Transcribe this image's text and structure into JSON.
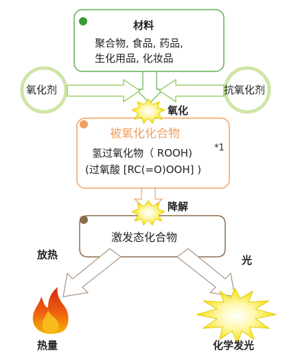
{
  "materials": {
    "title": "材料",
    "line1": "聚合物, 食品, 药品,",
    "line2": "生化用品, 化妆品"
  },
  "oxidant": {
    "label": "氧化剂"
  },
  "antioxidant": {
    "label": "抗氧化剂"
  },
  "oxidation": {
    "label": "氧化"
  },
  "oxidized": {
    "title": "被氧化化合物",
    "line1": "氢过氧化物（ ROOH)",
    "line2": "(过氧酸 [RC(=O)OOH] )",
    "note": "*1"
  },
  "decomposition": {
    "label": "降解"
  },
  "excited": {
    "label": "激发态化合物"
  },
  "heat_release": {
    "label": "放热"
  },
  "light": {
    "label": "光"
  },
  "heat": {
    "label": "热量"
  },
  "chemiluminescence": {
    "label": "化学发光"
  },
  "colors": {
    "green": "#5fae4f",
    "orange": "#f0a060",
    "brown": "#8b6b4e",
    "burst": "#f2e200",
    "flame": "#e03a10"
  }
}
